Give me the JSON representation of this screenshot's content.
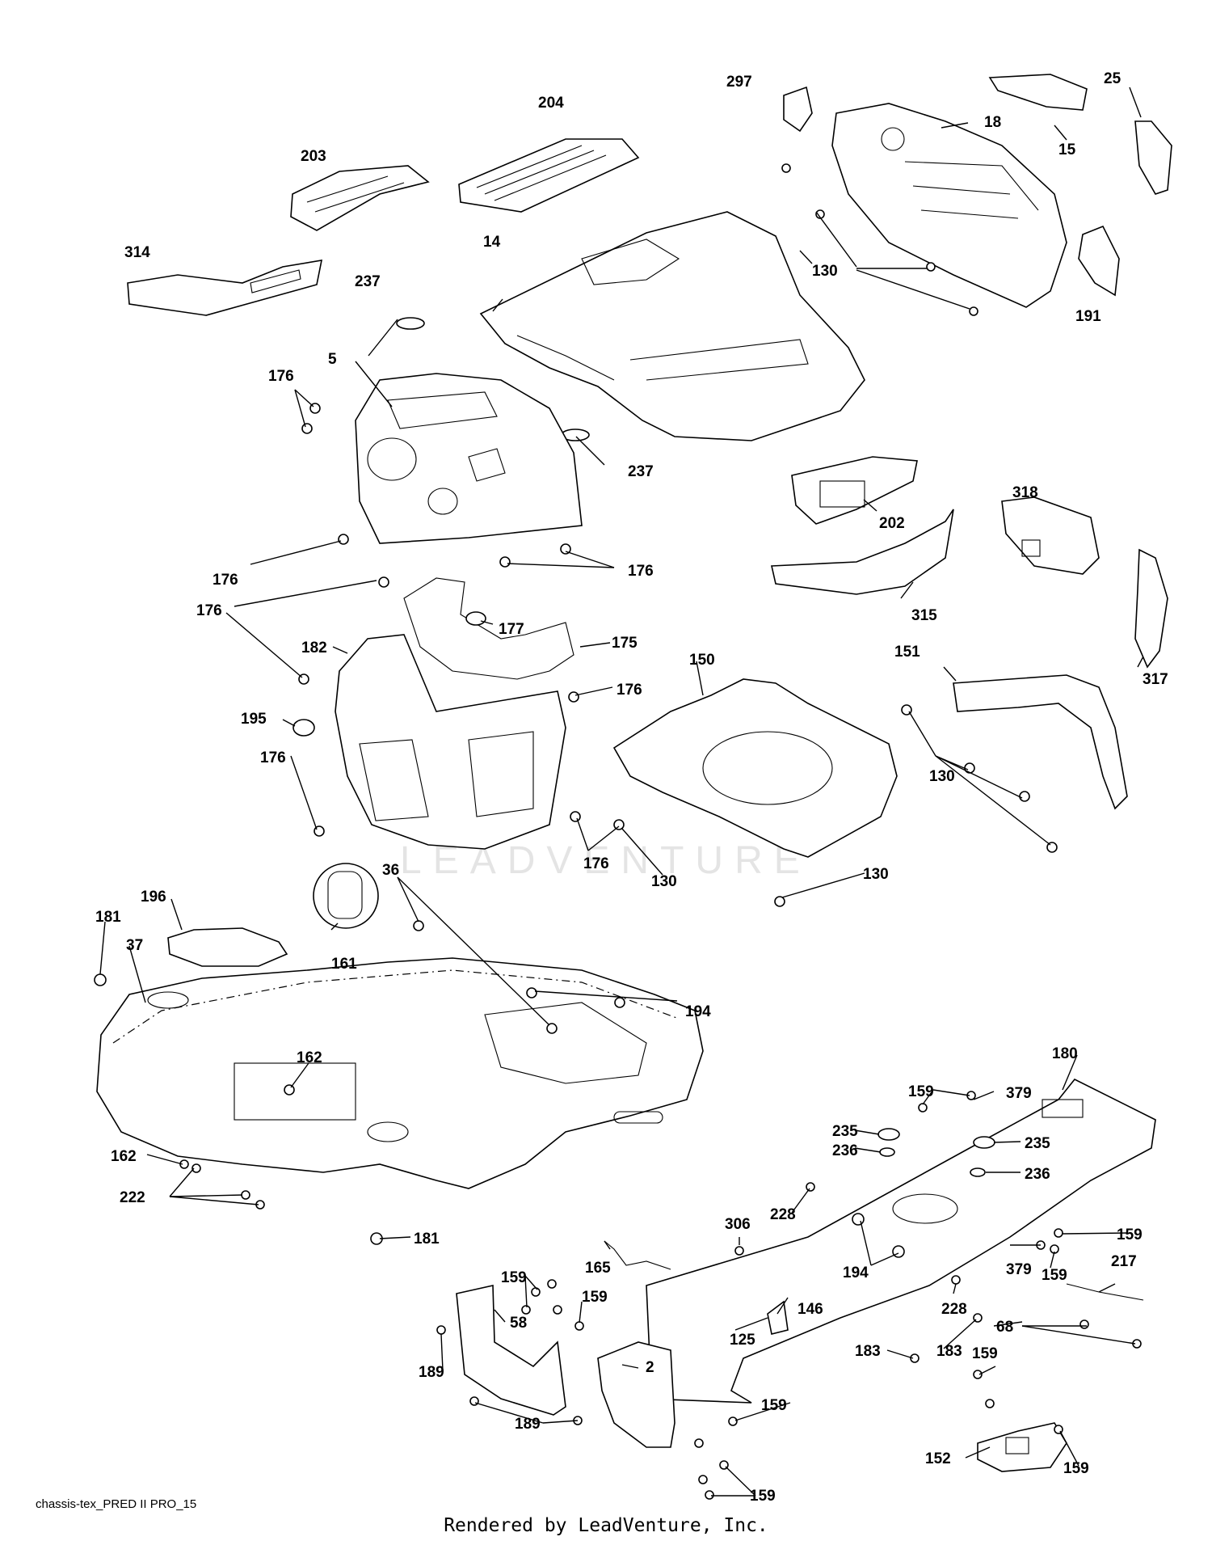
{
  "diagram": {
    "watermark": "LEADVENTURE",
    "drawing_id": "chassis-tex_PRED II PRO_15",
    "footer": "Rendered by LeadVenture, Inc.",
    "callouts": [
      {
        "label": "297"
      },
      {
        "label": "25"
      },
      {
        "label": "204"
      },
      {
        "label": "18"
      },
      {
        "label": "15"
      },
      {
        "label": "203"
      },
      {
        "label": "130"
      },
      {
        "label": "14"
      },
      {
        "label": "314"
      },
      {
        "label": "237"
      },
      {
        "label": "191"
      },
      {
        "label": "5"
      },
      {
        "label": "176"
      },
      {
        "label": "237"
      },
      {
        "label": "202"
      },
      {
        "label": "318"
      },
      {
        "label": "176"
      },
      {
        "label": "176"
      },
      {
        "label": "315"
      },
      {
        "label": "176"
      },
      {
        "label": "177"
      },
      {
        "label": "175"
      },
      {
        "label": "182"
      },
      {
        "label": "150"
      },
      {
        "label": "151"
      },
      {
        "label": "317"
      },
      {
        "label": "176"
      },
      {
        "label": "195"
      },
      {
        "label": "176"
      },
      {
        "label": "130"
      },
      {
        "label": "176"
      },
      {
        "label": "130"
      },
      {
        "label": "36"
      },
      {
        "label": "130"
      },
      {
        "label": "196"
      },
      {
        "label": "181"
      },
      {
        "label": "37"
      },
      {
        "label": "161"
      },
      {
        "label": "194"
      },
      {
        "label": "162"
      },
      {
        "label": "180"
      },
      {
        "label": "159"
      },
      {
        "label": "379"
      },
      {
        "label": "235"
      },
      {
        "label": "236"
      },
      {
        "label": "235"
      },
      {
        "label": "162"
      },
      {
        "label": "236"
      },
      {
        "label": "222"
      },
      {
        "label": "228"
      },
      {
        "label": "159"
      },
      {
        "label": "181"
      },
      {
        "label": "306"
      },
      {
        "label": "194"
      },
      {
        "label": "379"
      },
      {
        "label": "159"
      },
      {
        "label": "217"
      },
      {
        "label": "165"
      },
      {
        "label": "159"
      },
      {
        "label": "146"
      },
      {
        "label": "228"
      },
      {
        "label": "159"
      },
      {
        "label": "58"
      },
      {
        "label": "125"
      },
      {
        "label": "68"
      },
      {
        "label": "2"
      },
      {
        "label": "183"
      },
      {
        "label": "183"
      },
      {
        "label": "159"
      },
      {
        "label": "189"
      },
      {
        "label": "159"
      },
      {
        "label": "189"
      },
      {
        "label": "152"
      },
      {
        "label": "159"
      },
      {
        "label": "159"
      }
    ]
  }
}
